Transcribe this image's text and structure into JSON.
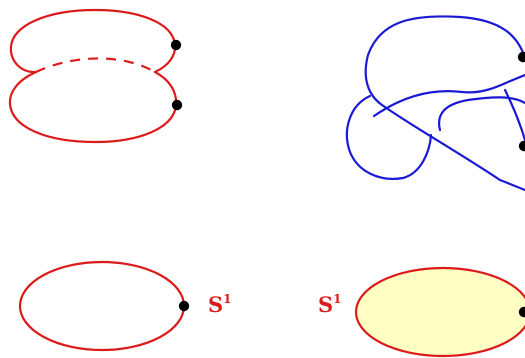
{
  "labels": {
    "circle_bottom_left": {
      "base": "S",
      "superscript": "1"
    },
    "circle_bottom_right": {
      "base": "S",
      "superscript": "1"
    }
  },
  "colors": {
    "red_curve": "#dd1a1a",
    "blue_knot": "#1a1ad6",
    "marked_point": "#000000",
    "disk_fill": "#ffffc4",
    "label": "#dd1a1a"
  }
}
